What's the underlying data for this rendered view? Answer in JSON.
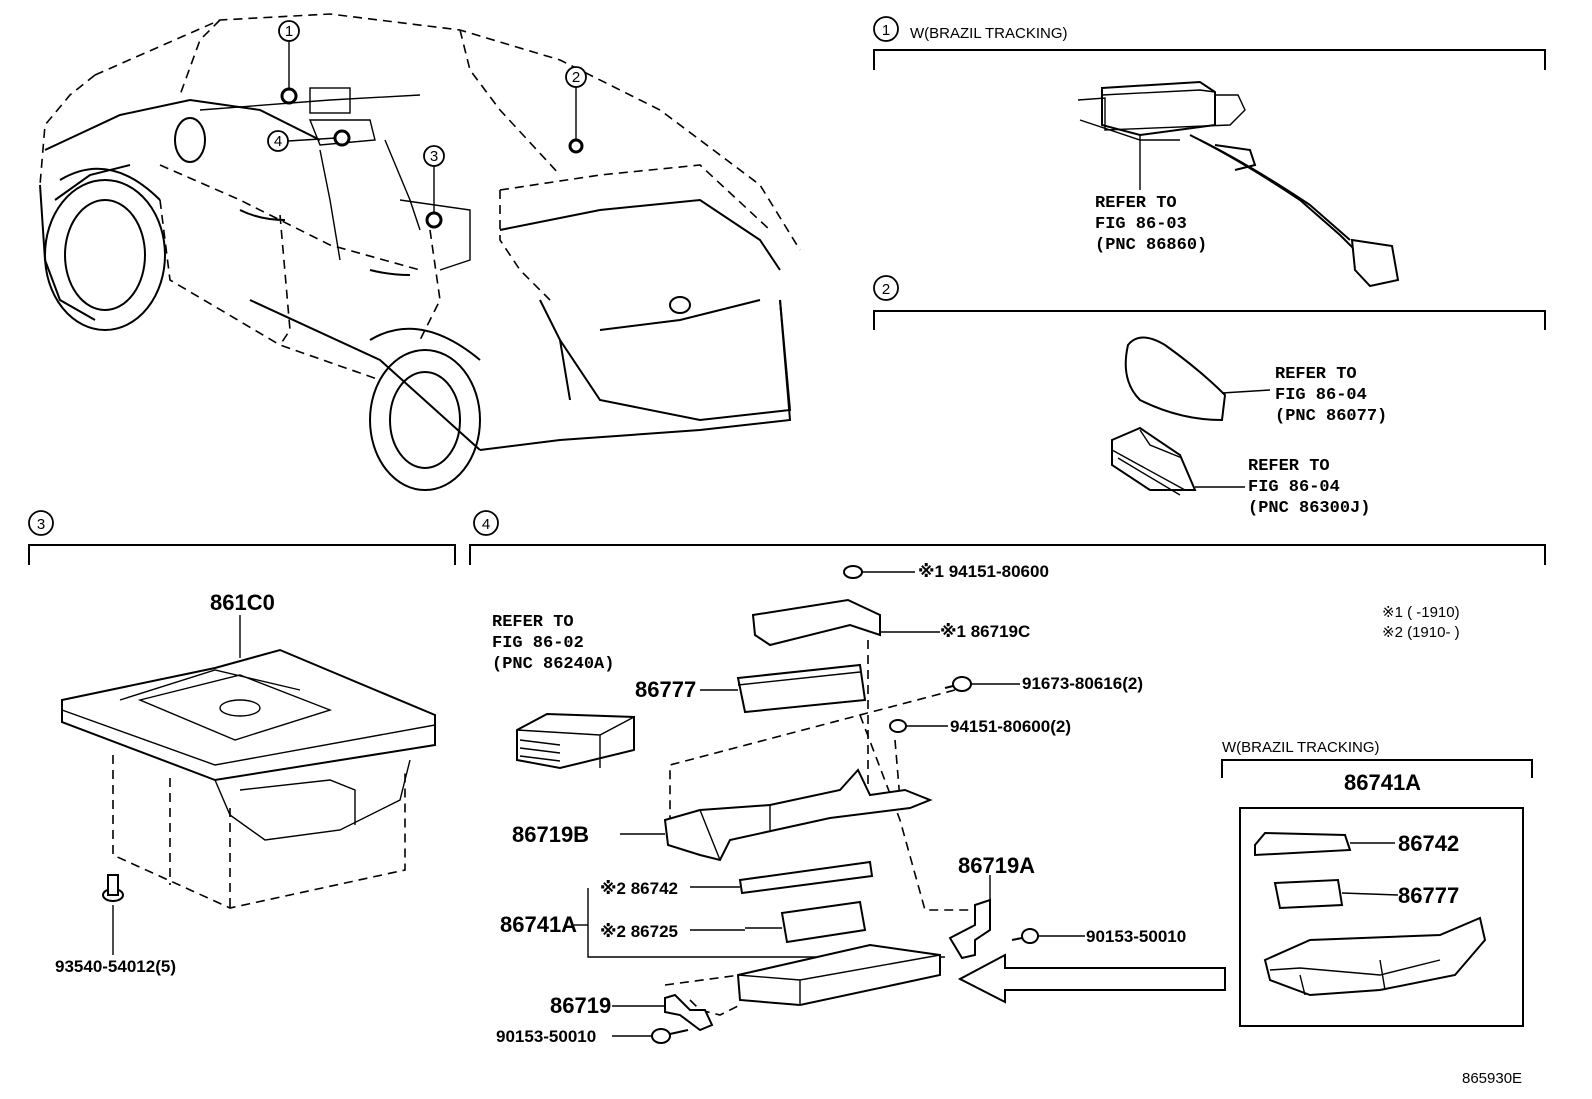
{
  "markers": {
    "m1": "1",
    "m2": "2",
    "m3": "3",
    "m4": "4"
  },
  "section1": {
    "marker": "1",
    "title": "W(BRAZIL TRACKING)",
    "refer": [
      "REFER TO",
      "FIG 86-03",
      "(PNC 86860)"
    ]
  },
  "section2": {
    "marker": "2",
    "refer_a": [
      "REFER TO",
      "FIG 86-04",
      "(PNC 86077)"
    ],
    "refer_b": [
      "REFER TO",
      "FIG 86-04",
      "(PNC 86300J)"
    ]
  },
  "section3": {
    "marker": "3",
    "part_main": "861C0",
    "bolt": "93540-54012(5)"
  },
  "section4": {
    "marker": "4",
    "refer": [
      "REFER TO",
      "FIG 86-02",
      "(PNC 86240A)"
    ],
    "notes": {
      "n1": "※1 (      -1910)",
      "n2": "※2 (1910-      )"
    },
    "parts": {
      "p94151_top": "※1 94151-80600",
      "p86719C": "※1 86719C",
      "p86777": "86777",
      "p91673": "91673-80616(2)",
      "p94151_2": "94151-80600(2)",
      "p86719B": "86719B",
      "p86742": "※2 86742",
      "p86741A": "86741A",
      "p86725": "※2 86725",
      "p86719A": "86719A",
      "p90153_right": "90153-50010",
      "p86719": "86719",
      "p90153_bottom": "90153-50010"
    },
    "inset": {
      "title": "W(BRAZIL TRACKING)",
      "assembly": "86741A",
      "cover": "86742",
      "module": "86777"
    }
  },
  "figure_code": "865930E"
}
